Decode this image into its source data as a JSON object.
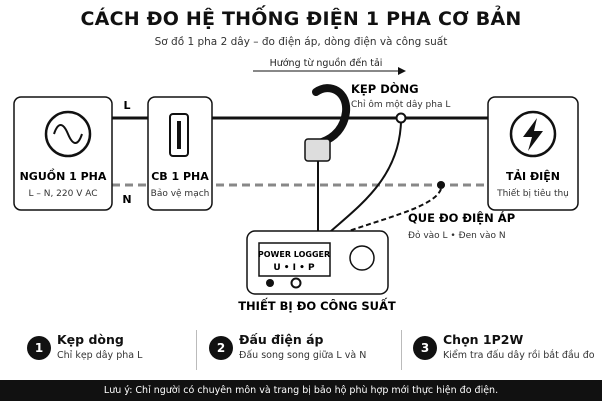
{
  "title": "CÁCH ĐO HỆ THỐNG ĐIỆN 1 PHA CƠ BẢN",
  "subtitle": "Sơ đồ 1 pha 2 dây – đo điện áp, dòng điện và công suất",
  "direction_label": "Hướng từ nguồn đến tải",
  "line_labels": {
    "L": "L",
    "N": "N"
  },
  "source": {
    "title": "NGUỒN 1 PHA",
    "desc": "L – N, 220 V AC"
  },
  "breaker": {
    "title": "CB 1 PHA",
    "desc": "Bảo vệ mạch"
  },
  "load": {
    "title": "TẢI ĐIỆN",
    "desc": "Thiết bị tiêu thụ"
  },
  "clamp": {
    "title": "KẸP DÒNG",
    "desc": "Chỉ ôm một dây pha L"
  },
  "probe": {
    "title": "QUE ĐO ĐIỆN ÁP",
    "desc": "Đỏ vào L • Đen vào N"
  },
  "logger": {
    "screen_line1": "POWER LOGGER",
    "screen_line2": "U • I • P",
    "caption": "THIẾT BỊ ĐO CÔNG SUẤT"
  },
  "steps": [
    {
      "num": "1",
      "title": "Kẹp dòng",
      "desc": "Chỉ kẹp dây pha L"
    },
    {
      "num": "2",
      "title": "Đấu điện áp",
      "desc": "Đấu song song giữa L và N"
    },
    {
      "num": "3",
      "title": "Chọn 1P2W",
      "desc": "Kiểm tra đấu dây rồi bắt đầu đo"
    }
  ],
  "footer": "Lưu ý: Chỉ người có chuyên môn và trang bị bảo hộ phù hợp mới thực hiện đo điện.",
  "icons": [
    "sine-wave-icon",
    "breaker-switch-icon",
    "lightning-bolt-icon"
  ]
}
